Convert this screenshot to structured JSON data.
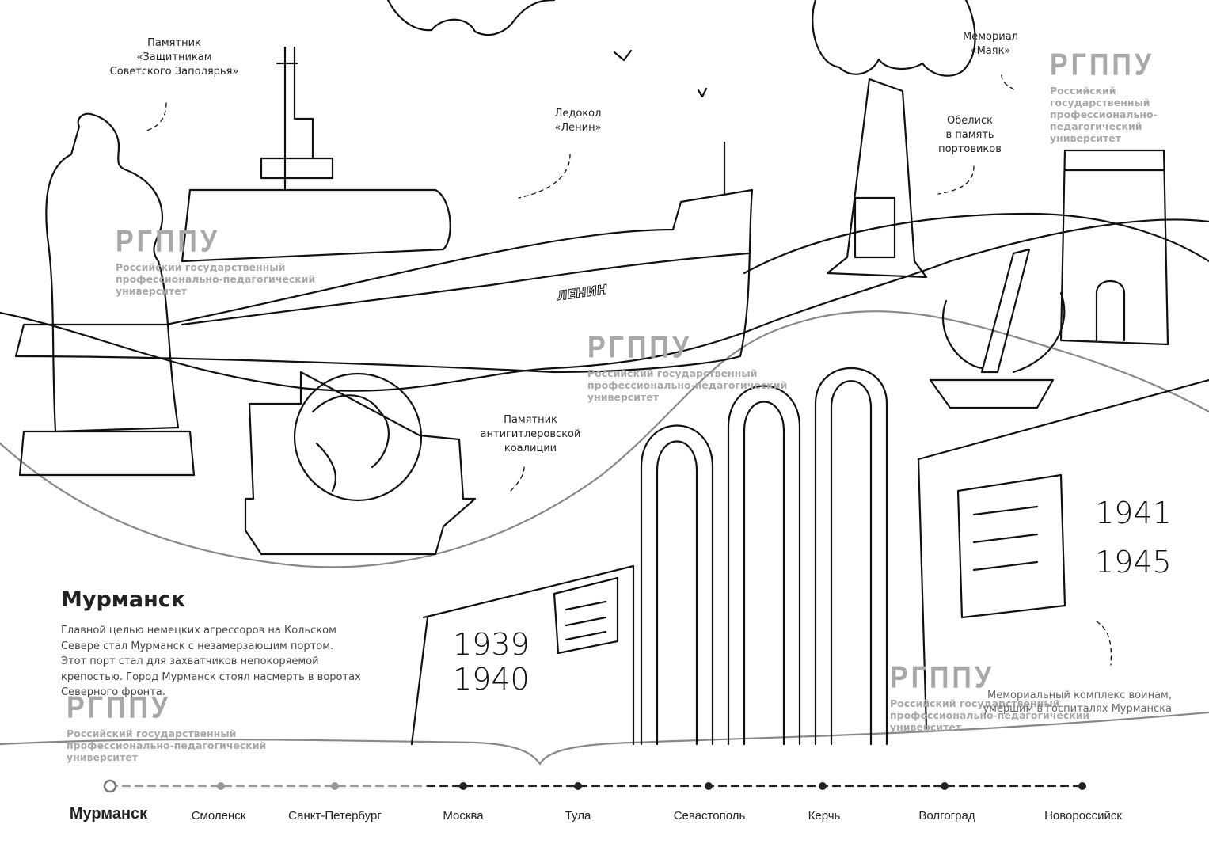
{
  "labels": {
    "monument_defenders": "Памятник\n«Защитникам\nСоветского Заполярья»",
    "icebreaker": "Ледокол\n«Ленин»",
    "obelisk": "Обелиск\nв память\nпортовиков",
    "memorial_mayak": "Мемориал\n«Маяк»",
    "anti_hitler_monument": "Памятник\nантигитлеровской\nкоалиции",
    "ship_name": "ЛЕНИН"
  },
  "watermark": {
    "abbr": "РГППУ",
    "full": "Российский государственный\nпрофессионально-педагогический\nуниверситет"
  },
  "city": {
    "title": "Мурманск",
    "text": "Главной целью немецких агрессоров на Кольском Севере стал Мурманск с незамерзающим портом. Этот порт стал для захватчиков непокоряемой крепостью. Город Мурманск стоял насмерть в воротах Северного фронта."
  },
  "memorial_caption": "Мемориальный комплекс воинам,\nумершим в госпиталях Мурманска",
  "years": {
    "left_top": "1939",
    "left_bottom": "1940",
    "right_top": "1941",
    "right_bottom": "1945"
  },
  "timeline": [
    {
      "label": "Мурманск",
      "state": "current"
    },
    {
      "label": "Смоленск",
      "state": "next"
    },
    {
      "label": "Санкт-Петербург",
      "state": "next"
    },
    {
      "label": "Москва",
      "state": "future"
    },
    {
      "label": "Тула",
      "state": "future"
    },
    {
      "label": "Севастополь",
      "state": "future"
    },
    {
      "label": "Керчь",
      "state": "future"
    },
    {
      "label": "Волгоград",
      "state": "future"
    },
    {
      "label": "Новороссийск",
      "state": "future"
    }
  ],
  "colors": {
    "line": "#111111",
    "muted": "#999999",
    "watermark": "#a8a8a8"
  }
}
